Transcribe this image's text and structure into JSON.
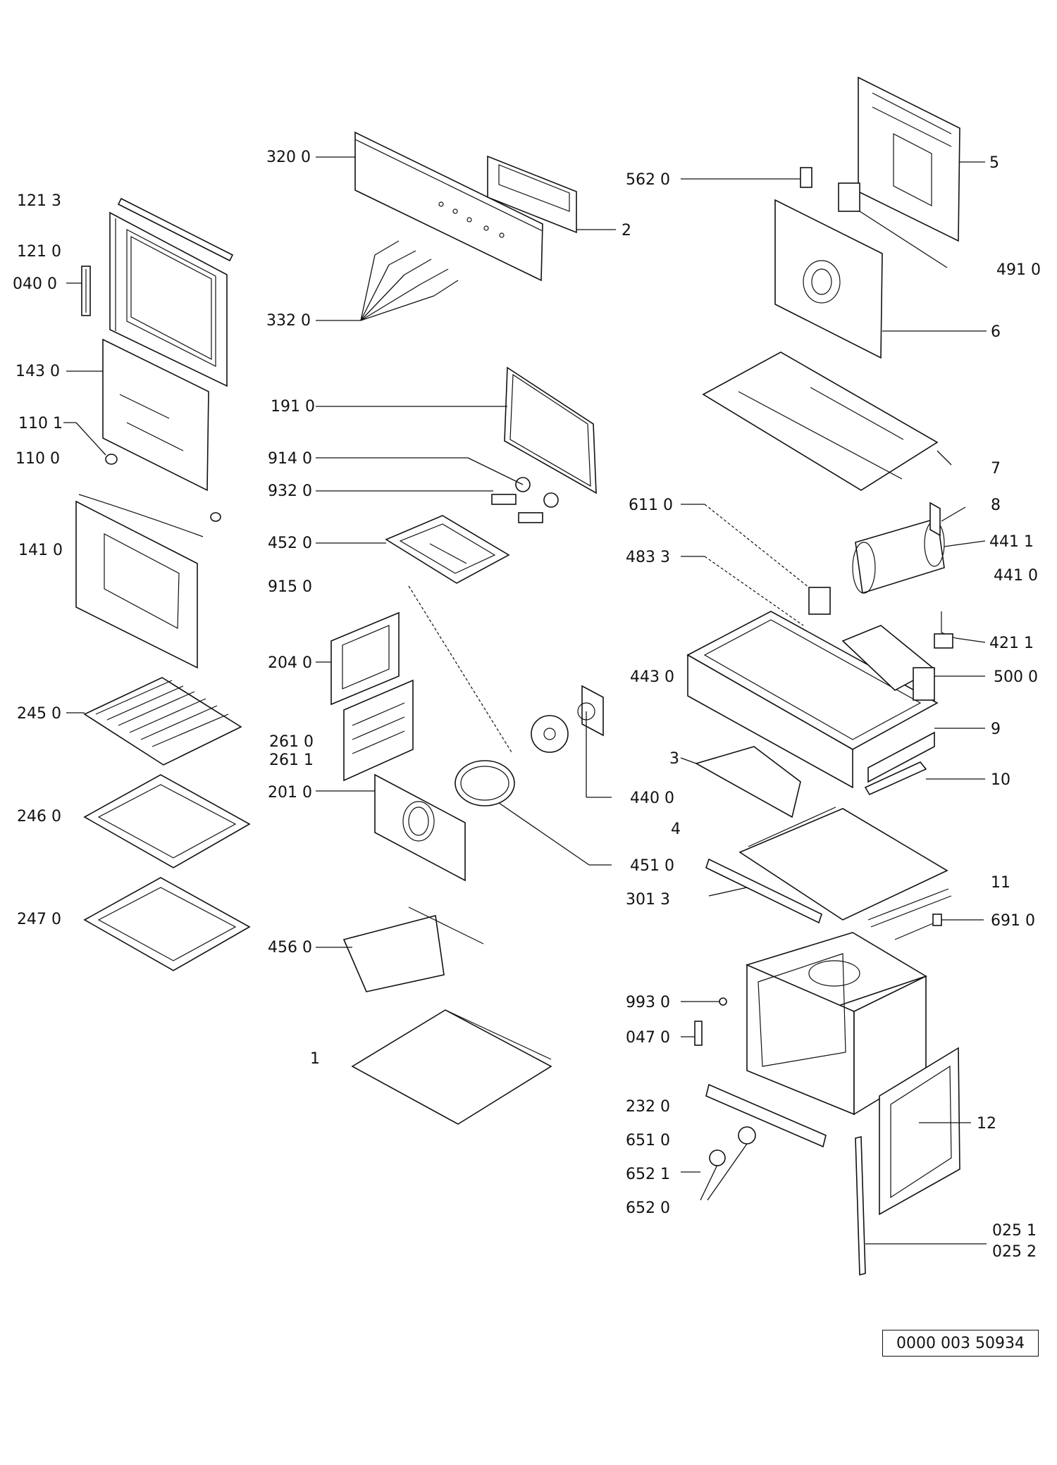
{
  "labels": {
    "l1213": "121 3",
    "l1210": "121 0",
    "l0400": "040 0",
    "l1430": "143 0",
    "l1101": "110 1",
    "l1100": "110 0",
    "l1410": "141 0",
    "l2450": "245 0",
    "l2460": "246 0",
    "l2470": "247 0",
    "l3200": "320 0",
    "l2": "2",
    "l3320": "332 0",
    "l1910": "191 0",
    "l9140": "914 0",
    "l9320": "932 0",
    "l4520": "452 0",
    "l9150": "915 0",
    "l2040": "204 0",
    "l2610": "261 0",
    "l2611": "261 1",
    "l2010": "201 0",
    "l4560": "456 0",
    "l1": "1",
    "l5620": "562 0",
    "l5": "5",
    "l4910": "491 0",
    "l6": "6",
    "l7": "7",
    "l6110": "611 0",
    "l8": "8",
    "l4411": "441 1",
    "l4410": "441 0",
    "l4833": "483 3",
    "l4211": "421 1",
    "l5000": "500 0",
    "l4430": "443 0",
    "l9": "9",
    "l3": "3",
    "l10": "10",
    "l4400": "440 0",
    "l4": "4",
    "l4510": "451 0",
    "l3013": "301 3",
    "l11": "11",
    "l6910": "691 0",
    "l9930": "993 0",
    "l0470": "047 0",
    "l2320": "232 0",
    "l6510": "651 0",
    "l6521": "652 1",
    "l6520": "652 0",
    "l12": "12",
    "l0251": "025 1",
    "l0252": "025 2"
  },
  "reference_number": "0000 003 50934"
}
